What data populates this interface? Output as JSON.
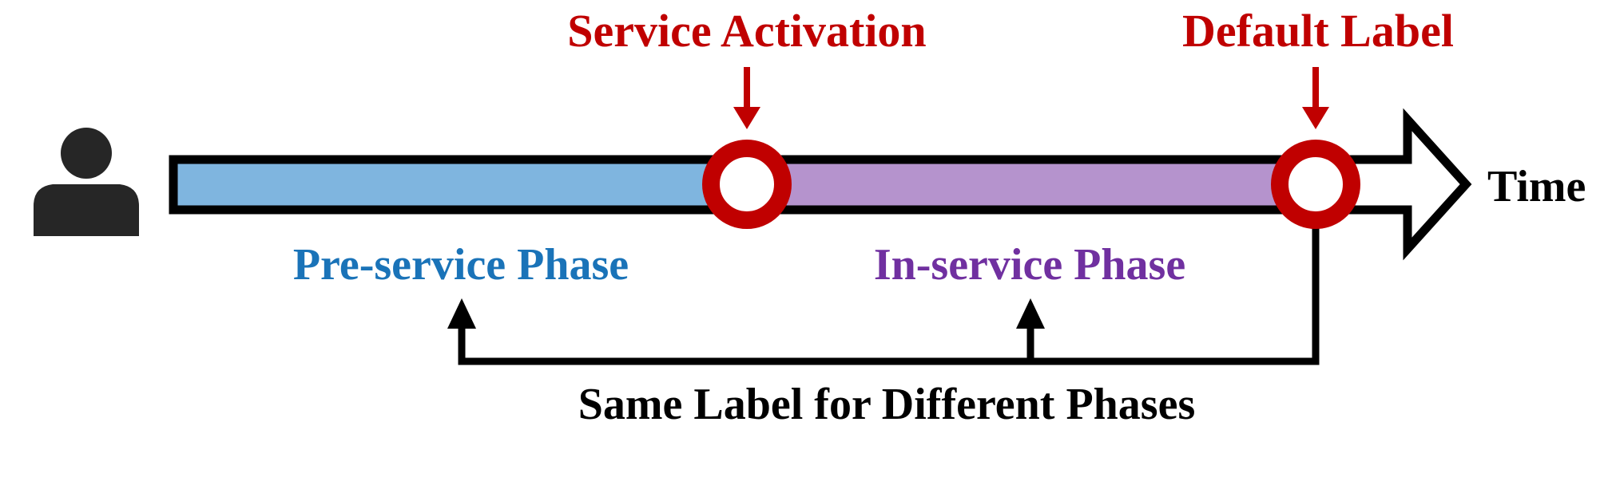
{
  "diagram": {
    "events": {
      "service_activation": "Service Activation",
      "default_label": "Default Label"
    },
    "phases": {
      "pre_service": "Pre-service Phase",
      "in_service": "In-service Phase"
    },
    "axis_label": "Time",
    "bottom_caption": "Same Label for Different Phases",
    "icons": {
      "user": "user-icon",
      "event_marker": "circle-marker-icon",
      "arrow": "arrow-icon"
    },
    "colors": {
      "pre_service_fill": "#7fb5df",
      "in_service_fill": "#b593cd",
      "pre_service_text": "#1a73b8",
      "in_service_text": "#7030a0",
      "event_red": "#c00000",
      "outline": "#000000",
      "user_icon": "#262626"
    }
  }
}
